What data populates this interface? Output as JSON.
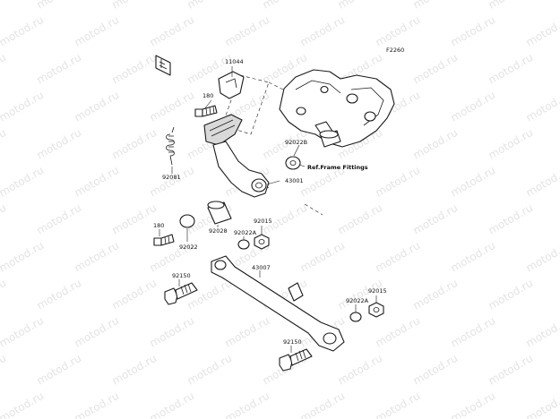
{
  "diagram": {
    "figure_code": "F2260",
    "watermark": "motod.ru",
    "reference_note": "Ref.Frame Fittings",
    "callouts": {
      "c11044": "11044",
      "c180_top": "180",
      "c180_left": "180",
      "c92022B": "92022B",
      "c92081": "92081",
      "c43001": "43001",
      "c92028": "92028",
      "c92015_top": "92015",
      "c92022A_top": "92022A",
      "c92022": "92022",
      "c43007": "43007",
      "c92150_top": "92150",
      "c92022A_bot": "92022A",
      "c92015_bot": "92015",
      "c92150_bot": "92150"
    }
  }
}
